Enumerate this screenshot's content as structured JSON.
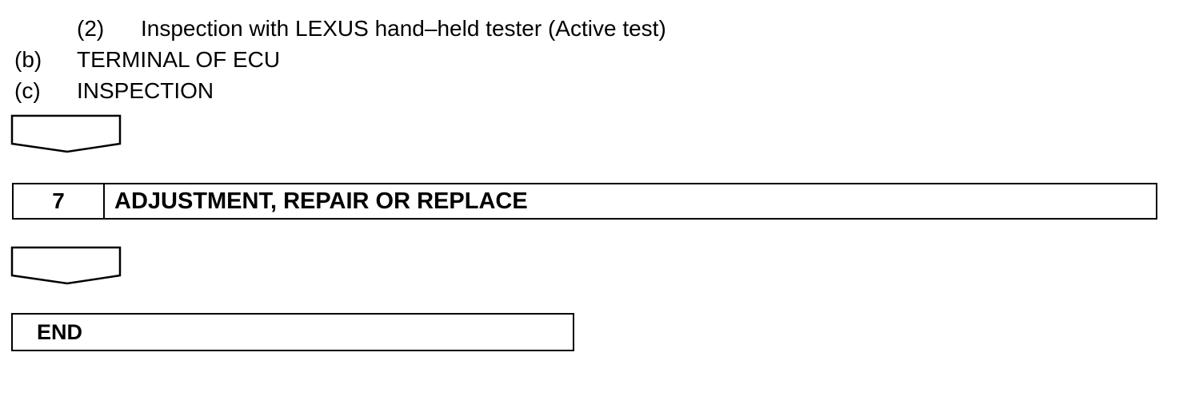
{
  "lines": [
    {
      "marker": "(2)",
      "text": "Inspection with LEXUS hand–held tester (Active test)"
    },
    {
      "marker": "(b)",
      "text": "TERMINAL OF ECU"
    },
    {
      "marker": "(c)",
      "text": "INSPECTION"
    }
  ],
  "step": {
    "number": "7",
    "title": "ADJUSTMENT, REPAIR OR REPLACE"
  },
  "end": {
    "label": "END"
  }
}
